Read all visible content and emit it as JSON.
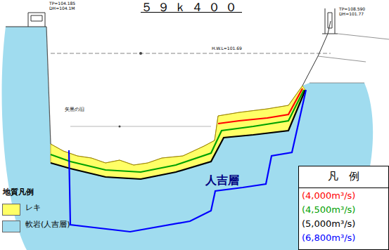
{
  "diagram": {
    "title": "５９ｋ４００",
    "labels": [
      "TP=104.185",
      "DH=104.1M",
      "TP=108.590",
      "DH=101.77",
      "H.W.L=101.69",
      "矢黒の旧",
      "人吉層",
      "地質凡例",
      "凡　例"
    ],
    "legend": [
      {
        "text": "(4,000m³/s)",
        "color": "#ff0000"
      },
      {
        "text": "(4,500m³/s)",
        "color": "#00a000"
      },
      {
        "text": "(5,000m³/s)",
        "color": "#000000"
      },
      {
        "text": "(6,800m³/s)",
        "color": "#0000ff"
      },
      {
        "text": "レキ",
        "color": "#ffff66"
      },
      {
        "text": "軟岩(人吉層)",
        "color": "#a0dcef"
      }
    ]
  }
}
